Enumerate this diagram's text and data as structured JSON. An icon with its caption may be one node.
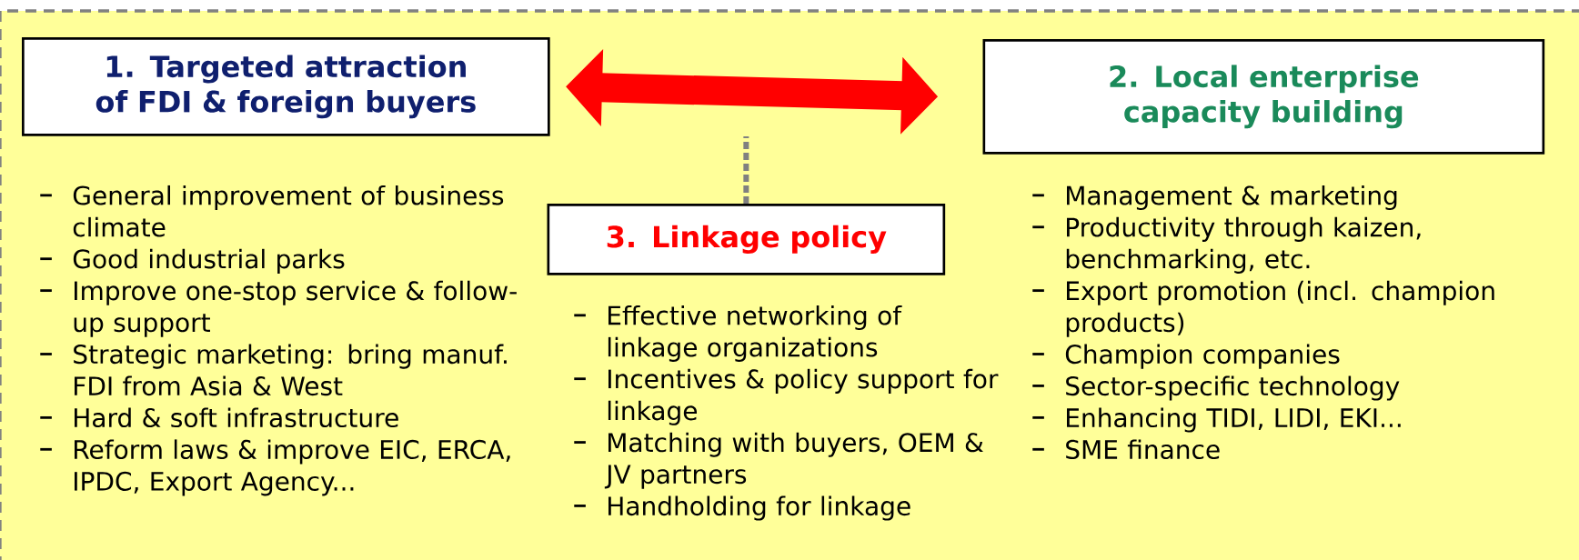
{
  "diagram": {
    "nodes": [
      {
        "text": [],
        "shape": "box"
      },
      {
        "text": [
          "1. Targeted attraction of FDI & foreign buyers"
        ],
        "in": 0,
        "beside": [
          "General improvement of business climate",
          "Good industrial parks",
          "Improve one-stop service & follow-up support",
          "Strategic marketing: bring manuf. FDI from Asia & West",
          "Hard & soft infrastructure",
          "Reform laws & improve EIC, ERCA, IPDC, Export Agency..."
        ]
      },
      {
        "text": [
          "2. Local enterprise capacity building"
        ],
        "in": 0,
        "beside": [
          "Management & marketing",
          "Productivity through kaizen, benchmarking, etc.",
          "Export promotion (incl. champion products)",
          "Champion companies",
          "Sector-specific technology",
          "Enhancing TIDI, LIDI, EKI...",
          "SME finance"
        ]
      },
      {
        "text": [
          "3. Linkage policy"
        ],
        "in": 0,
        "beside": [
          "Effective networking of linkage organizations",
          "Incentives & policy support for linkage",
          "Matching with buyers, OEM & JV partners",
          "Handholding for linkage"
        ]
      }
    ],
    "edges": [
      {
        "from": 1,
        "to": 2,
        "arrow": "both",
        "style": "thick",
        "color": "#ff0000"
      },
      {
        "from": 3,
        "to": null,
        "arrow": "none",
        "style": "dashed",
        "color": "#808080"
      }
    ]
  }
}
